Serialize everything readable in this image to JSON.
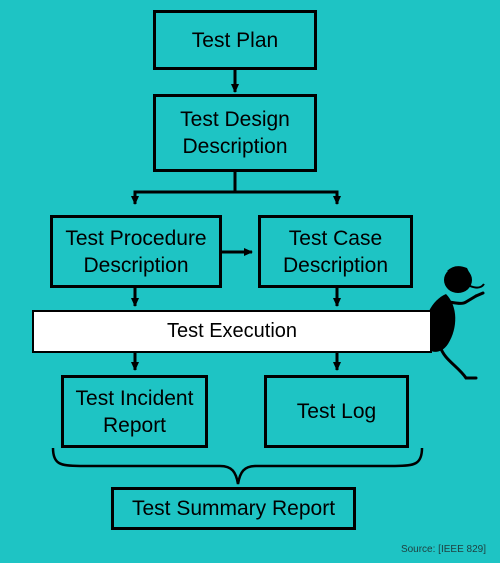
{
  "nodes": {
    "test_plan": "Test Plan",
    "test_design_description": "Test Design\nDescription",
    "test_procedure_description": "Test Procedure\nDescription",
    "test_case_description": "Test Case\nDescription",
    "test_execution": "Test Execution",
    "test_incident_report": "Test Incident\nReport",
    "test_log": "Test Log",
    "test_summary_report": "Test Summary Report"
  },
  "source": "Source: [IEEE 829]",
  "colors": {
    "background": "#1ec4c4",
    "execution_bar": "#ffffff",
    "lines": "#000000"
  },
  "decorations": [
    "running-figure-icon",
    "curly-brace"
  ]
}
